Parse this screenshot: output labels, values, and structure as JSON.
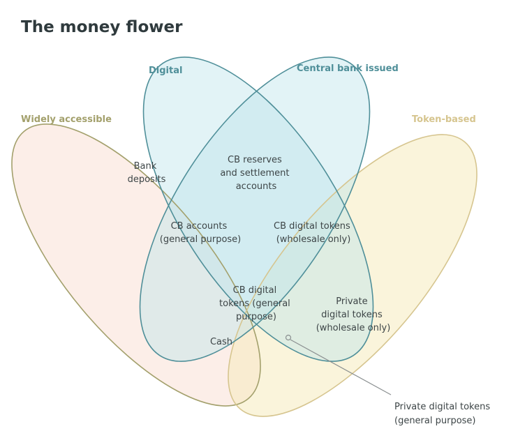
{
  "title": "The money flower",
  "sets": [
    {
      "key": "widely_accessible",
      "label": "Widely accessible",
      "color": "#a3a06c",
      "fill": "#f9d9cc"
    },
    {
      "key": "digital",
      "label": "Digital",
      "color": "#4f8f99",
      "fill": "#bfe4ea"
    },
    {
      "key": "central_bank_issued",
      "label": "Central bank issued",
      "color": "#4f8f99",
      "fill": "#bfe4ea"
    },
    {
      "key": "token_based",
      "label": "Token-based",
      "color": "#d6c58f",
      "fill": "#f6ebbd"
    }
  ],
  "regions": {
    "bank_deposits": [
      "Bank",
      "deposits"
    ],
    "cb_reserves": [
      "CB reserves",
      "and settlement",
      "accounts"
    ],
    "cb_accounts": [
      "CB accounts",
      "(general purpose)"
    ],
    "cb_digital_tokens_wholesale": [
      "CB digital tokens",
      "(wholesale only)"
    ],
    "cb_digital_tokens_general": [
      "CB digital",
      "tokens (general",
      "purpose)"
    ],
    "private_digital_tokens_wholesale": [
      "Private",
      "digital tokens",
      "(wholesale only)"
    ],
    "cash": [
      "Cash"
    ],
    "private_digital_tokens_general": [
      "Private digital tokens",
      "(general purpose)"
    ]
  }
}
